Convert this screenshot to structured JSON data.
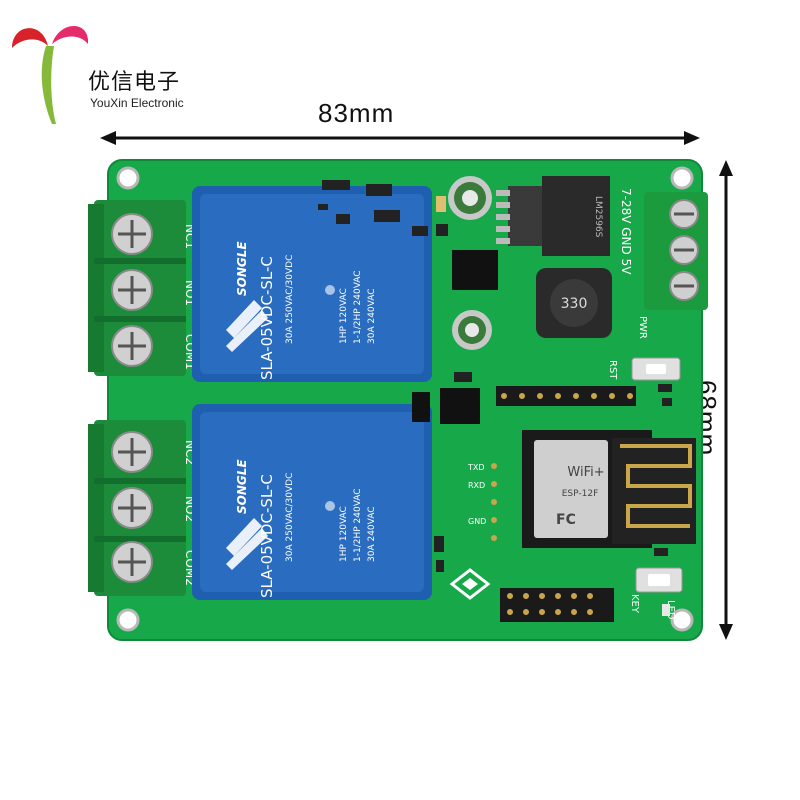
{
  "brand": {
    "chinese_name": "优信电子",
    "english_name": "YouXin Electronic"
  },
  "dimensions": {
    "width": "83mm",
    "height": "68mm"
  },
  "relays": [
    {
      "brand": "SONGLE",
      "model": "SLA-05VDC-SL-C",
      "rating_line1": "30A 250VAC/30VDC",
      "rating_line2": "1HP 120VAC",
      "rating_line3": "1-1/2HP 240VAC",
      "rating_line4": "30A 240VAC"
    },
    {
      "brand": "SONGLE",
      "model": "SLA-05VDC-SL-C",
      "rating_line1": "30A 250VAC/30VDC",
      "rating_line2": "1HP 120VAC",
      "rating_line3": "1-1/2HP 240VAC",
      "rating_line4": "30A 240VAC"
    }
  ],
  "terminal_labels": [
    "NC1",
    "NO1",
    "COM1",
    "NC2",
    "NO2",
    "COM2"
  ],
  "power_label": "7-28V GND 5V",
  "inductor_label": "330",
  "regulator_text": "LM2596S",
  "wifi_module": {
    "badge": "WiFi+",
    "model": "ESP-12F"
  },
  "silkscreen": {
    "pwr": "PWR",
    "rst": "RST",
    "key": "KEY",
    "led": "LED",
    "txd": "TXD",
    "rxd": "RXD",
    "gnd": "GND"
  },
  "colors": {
    "pcb_green": "#17a84a",
    "relay_blue": "#1f5fb0",
    "terminal_green": "#1c8c3a"
  }
}
